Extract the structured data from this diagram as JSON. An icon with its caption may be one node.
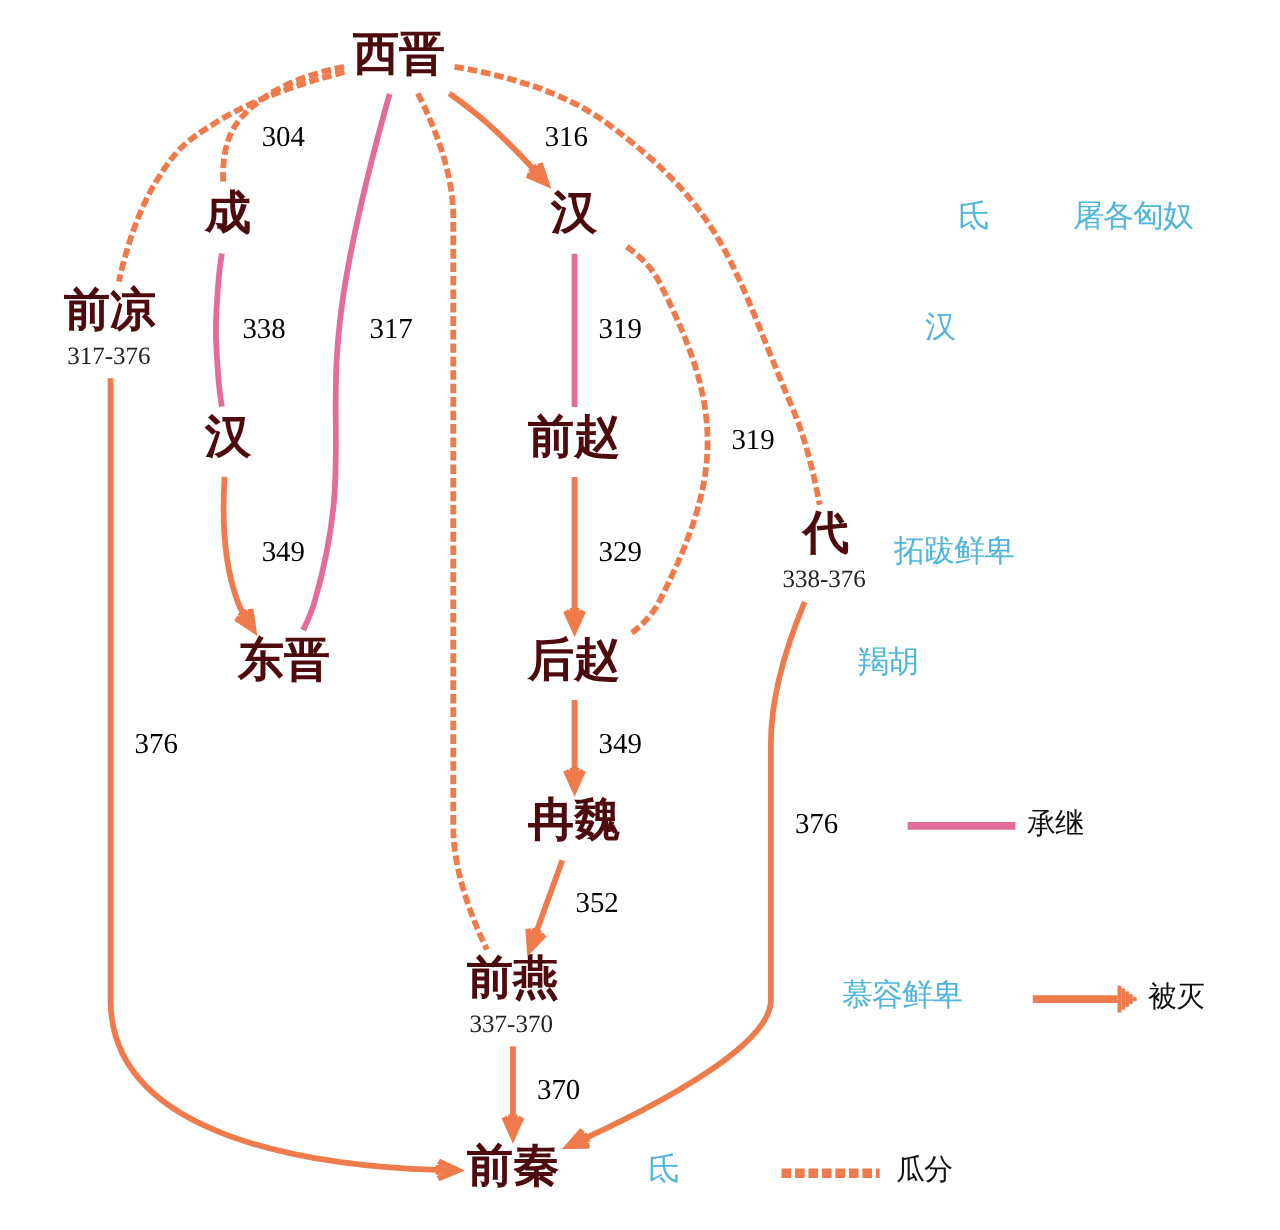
{
  "diagram": {
    "nodes": [
      {
        "text": [
          "西晋"
        ]
      },
      {
        "text": [
          "成"
        ]
      },
      {
        "text": [
          "汉"
        ]
      },
      {
        "text": [
          "前凉"
        ],
        "beside": [
          "317-376"
        ]
      },
      {
        "text": [
          "前赵"
        ]
      },
      {
        "text": [
          "后赵"
        ]
      },
      {
        "text": [
          "代"
        ],
        "beside": [
          "338-376"
        ]
      },
      {
        "text": [
          "东晋"
        ]
      },
      {
        "text": [
          "冉魏"
        ]
      },
      {
        "text": [
          "汉"
        ]
      },
      {
        "text": [
          "前燕"
        ],
        "beside": [
          "337-370"
        ]
      },
      {
        "text": [
          "前秦"
        ]
      }
    ],
    "edges": [
      {
        "from": 0,
        "to": 7,
        "arrow": "none",
        "label": "317",
        "color": "#e46c9b"
      },
      {
        "from": 0,
        "to": 1,
        "arrow": "none",
        "label": "304",
        "style": "dashed"
      },
      {
        "from": 0,
        "to": 3,
        "arrow": "none",
        "style": "dashed"
      },
      {
        "from": 0,
        "to": 6,
        "arrow": "none",
        "style": "dashed"
      },
      {
        "from": 0,
        "to": 2,
        "arrow": "to",
        "label": "316"
      },
      {
        "from": 0,
        "to": 10,
        "arrow": "none",
        "style": "dashed"
      },
      {
        "from": 2,
        "to": 4,
        "arrow": "none",
        "label": "319",
        "color": "#e46c9b"
      },
      {
        "from": 2,
        "to": 5,
        "arrow": "none",
        "label": "319",
        "style": "dashed"
      },
      {
        "from": 4,
        "to": 5,
        "arrow": "to",
        "label": "329"
      },
      {
        "from": 5,
        "to": 8,
        "arrow": "to",
        "label": "349"
      },
      {
        "from": 8,
        "to": 10,
        "arrow": "to",
        "label": "352"
      },
      {
        "from": 10,
        "to": 11,
        "arrow": "to",
        "label": "370"
      },
      {
        "from": 3,
        "to": 11,
        "arrow": "to",
        "label": "376"
      },
      {
        "from": 6,
        "to": 11,
        "arrow": "to",
        "label": "376"
      },
      {
        "from": 1,
        "to": 9,
        "arrow": "none",
        "label": "338",
        "color": "#e46c9b"
      },
      {
        "from": 9,
        "to": 7,
        "arrow": "to",
        "label": "349"
      }
    ],
    "labels": [
      "氐",
      "汉",
      "拓跋鲜卑",
      "屠各匈奴",
      "羯胡",
      "慕容鲜卑",
      "氐"
    ],
    "legend": [
      {
        "text": "承继"
      },
      {
        "text": "被灭"
      },
      {
        "text": "瓜分"
      }
    ]
  }
}
